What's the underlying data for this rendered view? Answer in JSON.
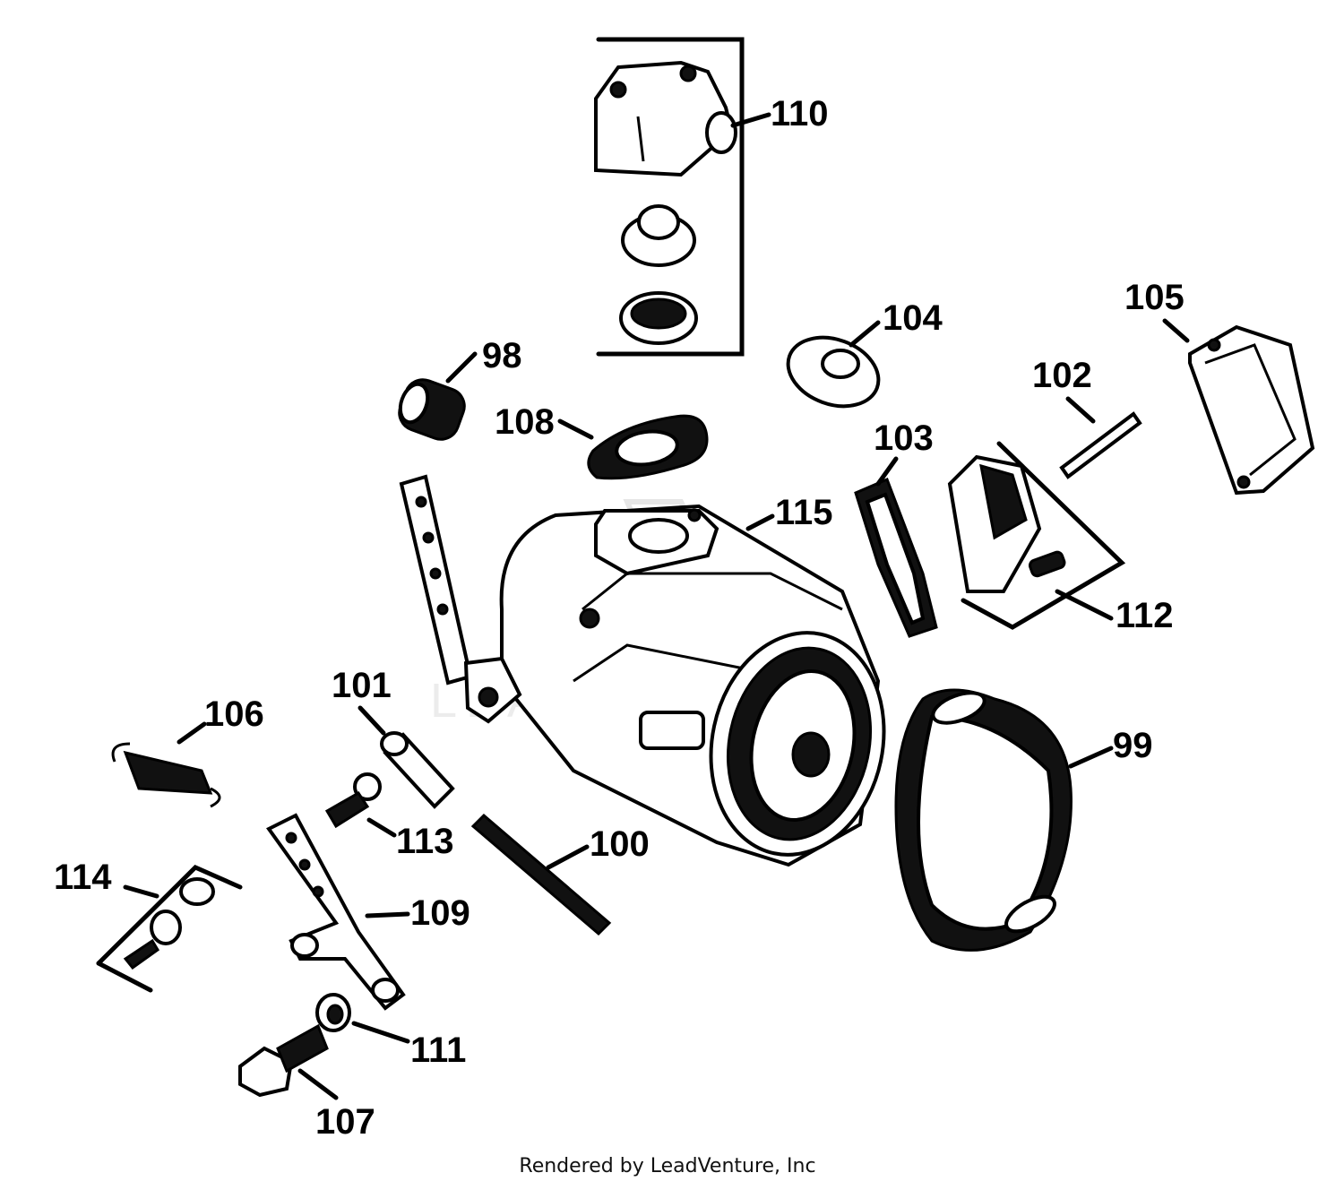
{
  "diagram": {
    "labels": {
      "p98": "98",
      "p99": "99",
      "p100": "100",
      "p101": "101",
      "p102": "102",
      "p103": "103",
      "p104": "104",
      "p105": "105",
      "p106": "106",
      "p107": "107",
      "p108": "108",
      "p109": "109",
      "p110": "110",
      "p111": "111",
      "p112": "112",
      "p113": "113",
      "p114": "114",
      "p115": "115"
    },
    "credit": "Rendered by LeadVenture, Inc",
    "watermark": "LEADVENTURE"
  }
}
